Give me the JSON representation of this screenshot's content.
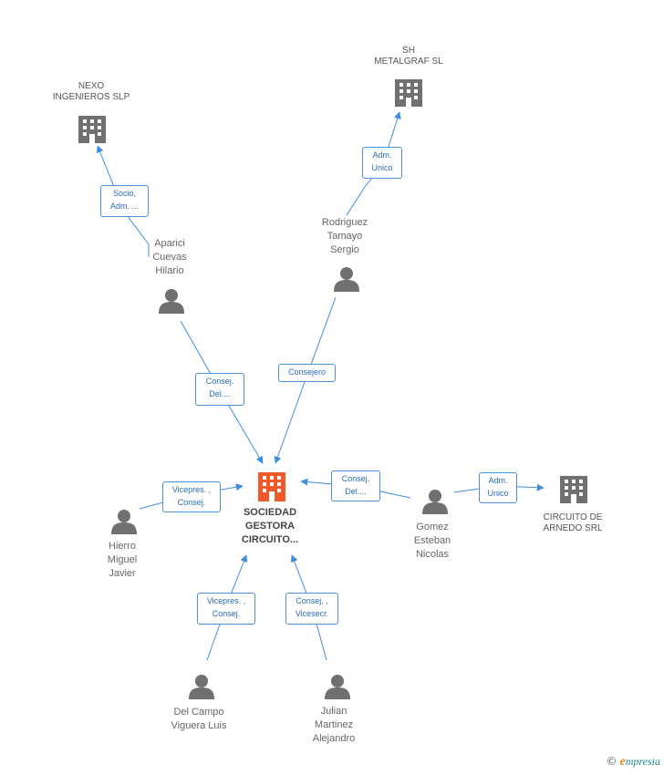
{
  "colors": {
    "edge": "#3d8ee0",
    "person": "#707070",
    "company": "#707070",
    "main_company": "#f05a28"
  },
  "nodes": {
    "main": {
      "label": "SOCIEDAD\nGESTORA\nCIRCUITO...",
      "icon": "building-icon"
    },
    "nexo": {
      "label": "NEXO\nINGENIEROS SLP",
      "icon": "building-icon"
    },
    "sh": {
      "label": "SH\nMETALGRAF  SL",
      "icon": "building-icon"
    },
    "circuito_arnedo": {
      "label": "CIRCUITO DE\nARNEDO SRL",
      "icon": "building-icon"
    },
    "aparici": {
      "label": "Aparici\nCuevas\nHilario",
      "icon": "person-icon"
    },
    "rodriguez": {
      "label": "Rodriguez\nTamayo\nSergio",
      "icon": "person-icon"
    },
    "hierro": {
      "label": "Hierro\nMiguel\nJavier",
      "icon": "person-icon"
    },
    "gomez": {
      "label": "Gomez\nEsteban\nNicolas",
      "icon": "person-icon"
    },
    "delcampo": {
      "label": "Del Campo\nViguera Luis",
      "icon": "person-icon"
    },
    "julian": {
      "label": "Julian\nMartinez\nAlejandro",
      "icon": "person-icon"
    }
  },
  "edges": {
    "aparici_nexo": "Socio,\nAdm. ...",
    "rodriguez_sh": "Adm.\nUnico",
    "aparici_main": "Consej.\nDel....",
    "rodriguez_main": "Consejero",
    "hierro_main": "Vicepres. ,\nConsej.",
    "gomez_main": "Consej.\nDel....",
    "gomez_circuito": "Adm.\nUnico",
    "delcampo_main": "Vicepres. ,\nConsej.",
    "julian_main": "Consej. ,\nVicesecr."
  },
  "footer": {
    "copyright": "©",
    "brand_initial": "e",
    "brand_rest": "mpresia"
  }
}
